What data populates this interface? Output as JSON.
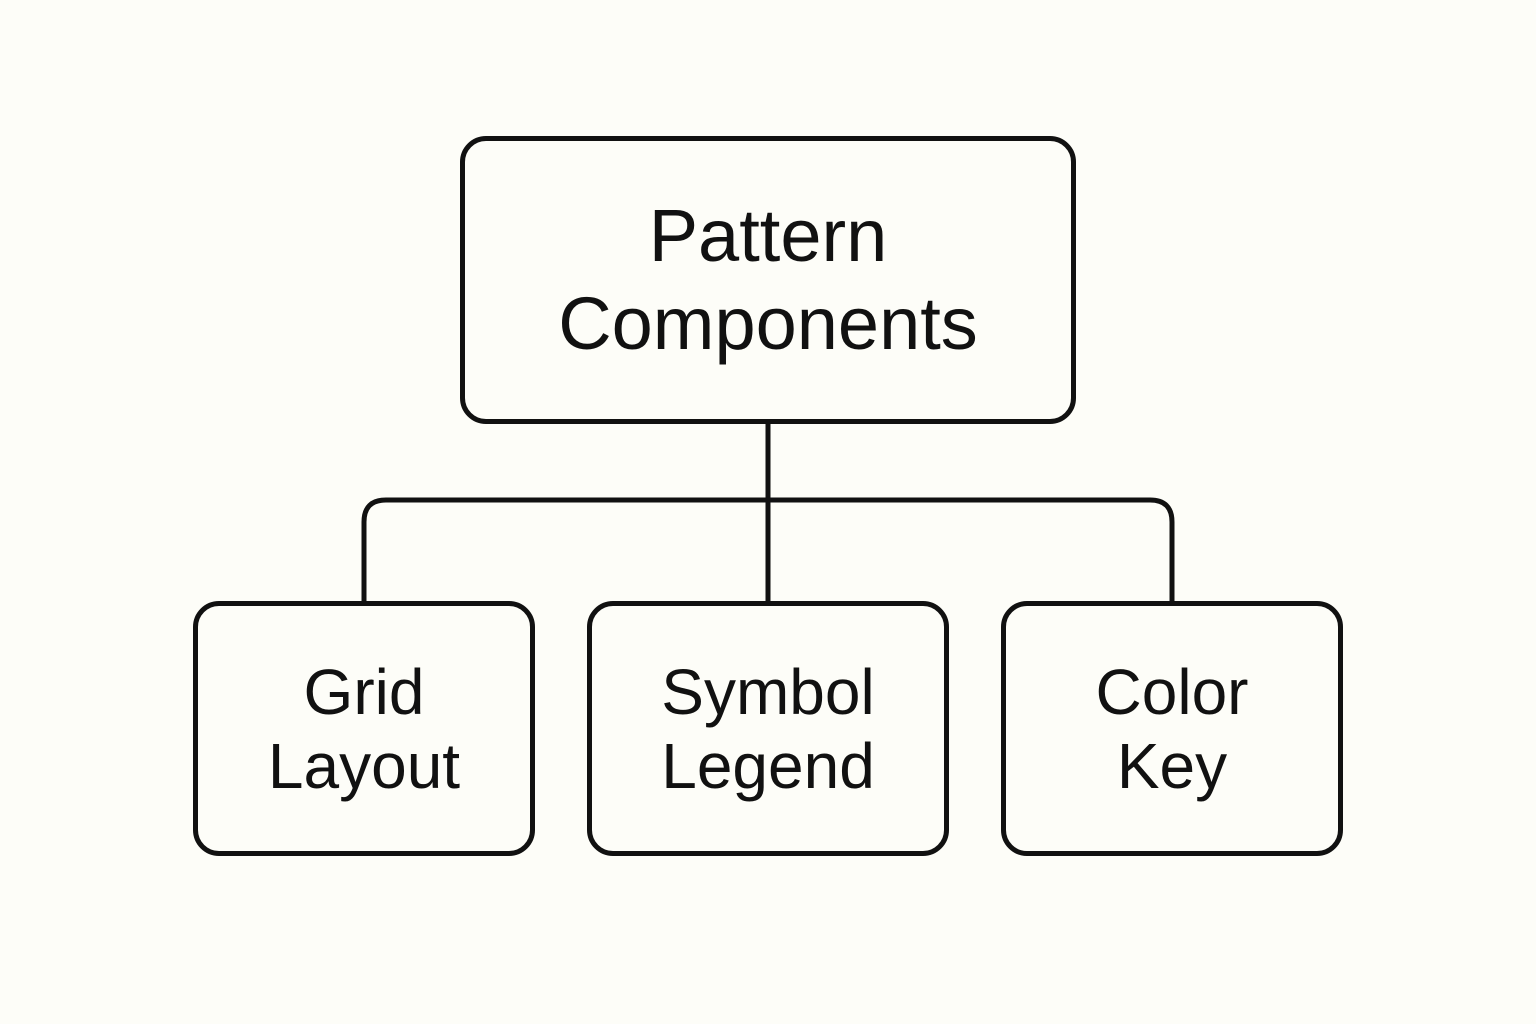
{
  "diagram": {
    "root": {
      "lines": [
        "Pattern",
        "Components"
      ]
    },
    "children": [
      {
        "id": "grid",
        "lines": [
          "Grid",
          "Layout"
        ]
      },
      {
        "id": "symbol",
        "lines": [
          "Symbol",
          "Legend"
        ]
      },
      {
        "id": "color",
        "lines": [
          "Color",
          "Key"
        ]
      }
    ],
    "colors": {
      "background": "#fdfdf8",
      "stroke": "#111111",
      "text": "#111111"
    }
  }
}
